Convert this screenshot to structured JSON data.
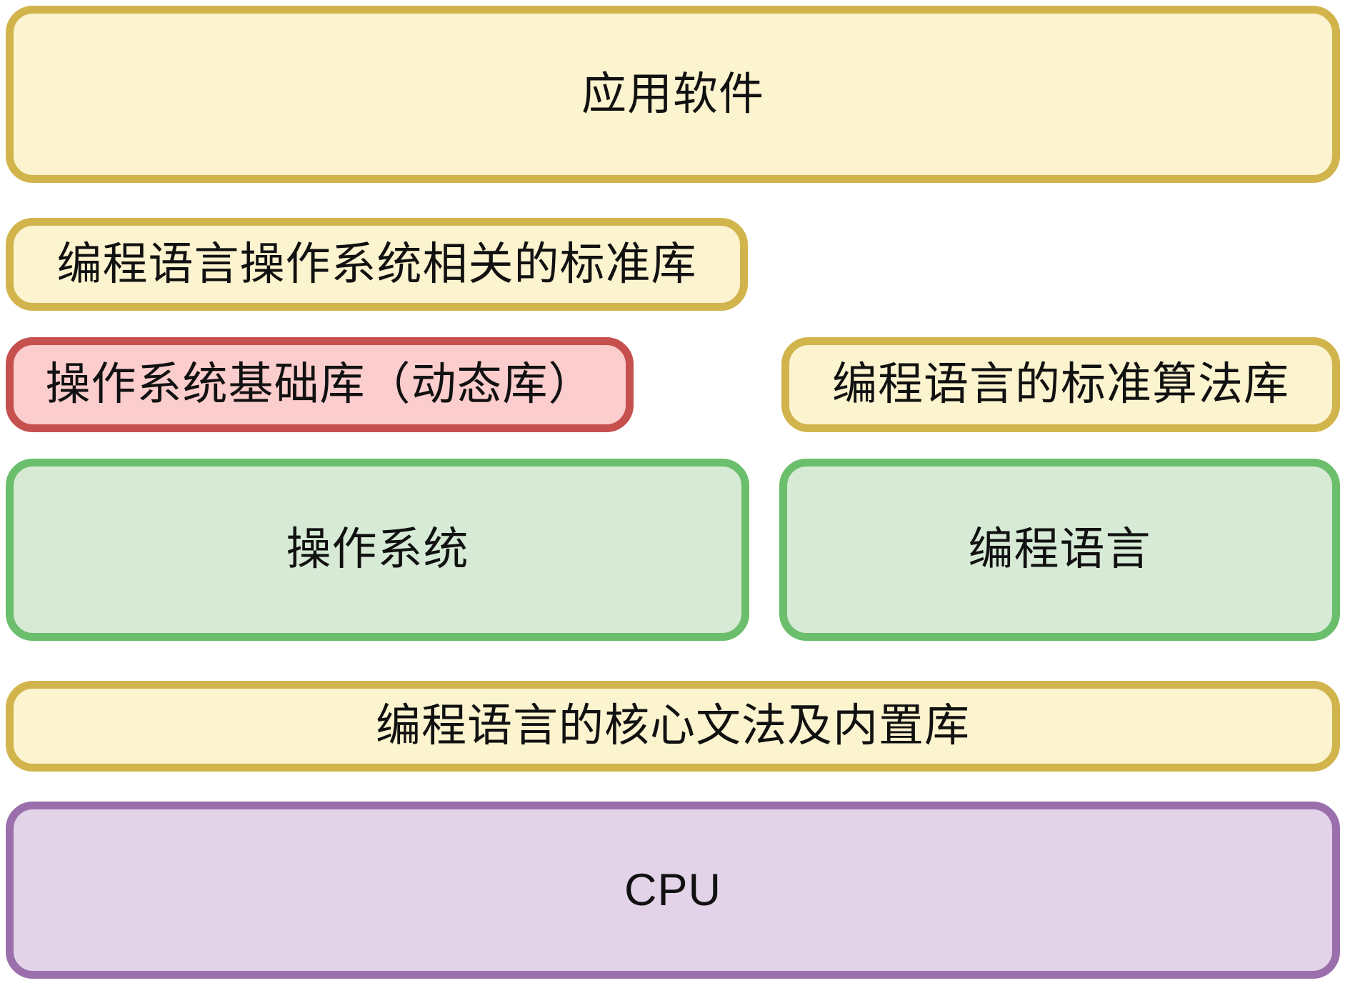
{
  "diagram": {
    "title": "software-stack-layers",
    "boxes": [
      {
        "id": "application-software",
        "label": "应用软件",
        "fill": "#FCF3CF",
        "border": "#D2B44C"
      },
      {
        "id": "language-os-standard-library",
        "label": "编程语言操作系统相关的标准库",
        "fill": "#FCF3CF",
        "border": "#D2B44C"
      },
      {
        "id": "os-base-library",
        "label": "操作系统基础库（动态库）",
        "fill": "#FBCDCC",
        "border": "#C5504E"
      },
      {
        "id": "language-standard-algorithm-library",
        "label": "编程语言的标准算法库",
        "fill": "#FCF3CF",
        "border": "#D2B44C"
      },
      {
        "id": "operating-system",
        "label": "操作系统",
        "fill": "#D6EAD5",
        "border": "#6BBE6C"
      },
      {
        "id": "programming-language",
        "label": "编程语言",
        "fill": "#D6EAD5",
        "border": "#6BBE6C"
      },
      {
        "id": "language-core-grammar-builtin-library",
        "label": "编程语言的核心文法及内置库",
        "fill": "#FCF3CF",
        "border": "#D2B44C"
      },
      {
        "id": "cpu",
        "label": "CPU",
        "fill": "#E2D3E8",
        "border": "#9A6FAB"
      }
    ],
    "colors": {
      "yellow_fill": "#FCF3CF",
      "yellow_border": "#D2B44C",
      "red_fill": "#FBCDCC",
      "red_border": "#C5504E",
      "green_fill": "#D6EAD5",
      "green_border": "#6BBE6C",
      "purple_fill": "#E2D3E8",
      "purple_border": "#9A6FAB",
      "text": "#111111",
      "background": "#FFFFFF"
    }
  }
}
